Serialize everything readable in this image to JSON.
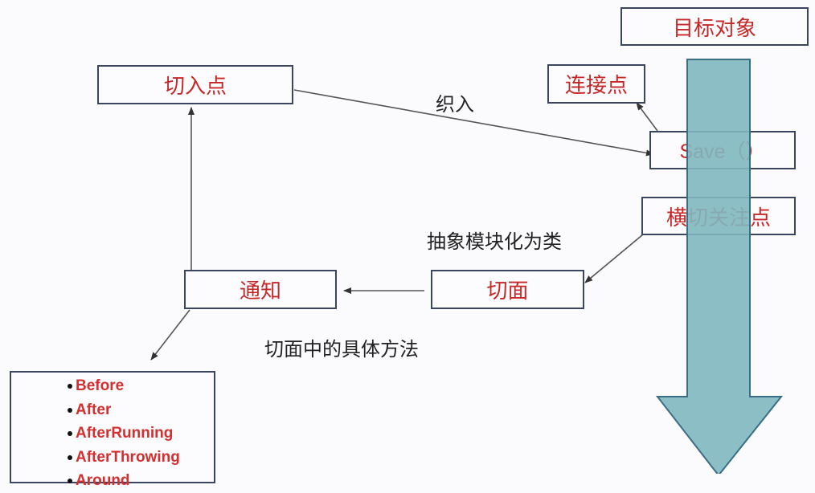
{
  "nodes": {
    "target_object": "目标对象",
    "pointcut": "切入点",
    "join_point": "连接点",
    "save_method": "Save（）",
    "crosscutting_concern": "横切关注点",
    "aspect": "切面",
    "advice": "通知"
  },
  "labels": {
    "weave": "织入",
    "abstract_module_as_class": "抽象模块化为类",
    "specific_method_in_aspect": "切面中的具体方法"
  },
  "advice_types": [
    "Before",
    "After",
    "AfterRunning",
    "AfterThrowing",
    "Around"
  ],
  "colors": {
    "node_text": "#c62828",
    "arrow_fill": "#7fb7c0",
    "arrow_stroke": "#3a6d86",
    "border": "#3a4660"
  }
}
